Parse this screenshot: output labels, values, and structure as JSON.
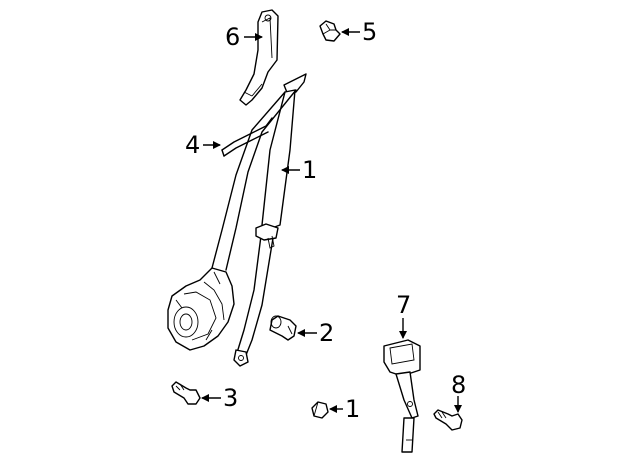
{
  "callouts": [
    {
      "id": "c1a",
      "label": "1"
    },
    {
      "id": "c1b",
      "label": "1"
    },
    {
      "id": "c2",
      "label": "2"
    },
    {
      "id": "c3",
      "label": "3"
    },
    {
      "id": "c4",
      "label": "4"
    },
    {
      "id": "c5",
      "label": "5"
    },
    {
      "id": "c6",
      "label": "6"
    },
    {
      "id": "c7",
      "label": "7"
    },
    {
      "id": "c8",
      "label": "8"
    }
  ]
}
